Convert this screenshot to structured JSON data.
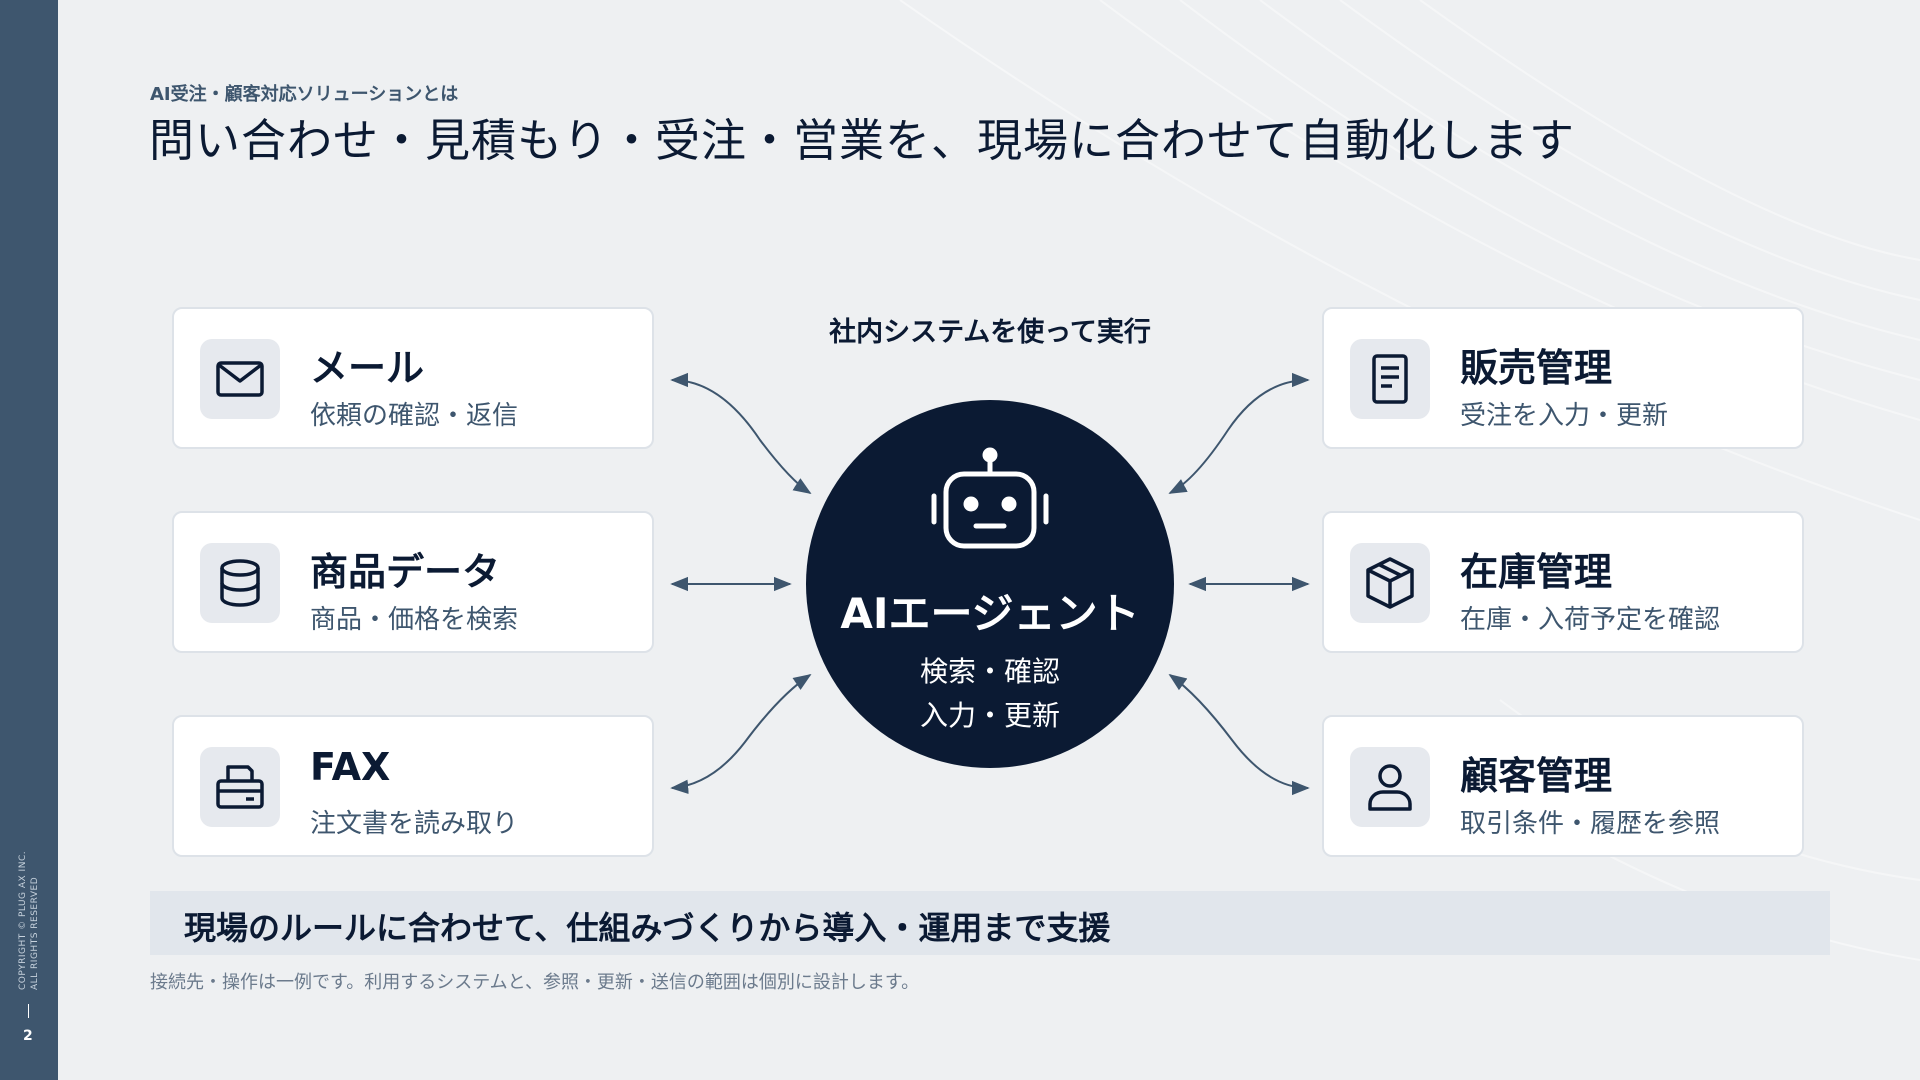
{
  "slide": {
    "eyebrow": "AI受注・顧客対応ソリューションとは",
    "title": "問い合わせ・見積もり・受注・営業を、現場に合わせて自動化します",
    "page_number": "2",
    "copyright": "COPYRIGHT © PLUG AX INC.\nALL RIGHTS RESERVED"
  },
  "diagram": {
    "center_label": "社内システムを使って実行",
    "center": {
      "title": "AIエージェント",
      "line1": "検索・確認",
      "line2": "入力・更新",
      "icon": "robot-icon"
    },
    "left_cards": [
      {
        "title": "メール",
        "subtitle": "依頼の確認・返信",
        "icon": "mail-icon"
      },
      {
        "title": "商品データ",
        "subtitle": "商品・価格を検索",
        "icon": "database-icon"
      },
      {
        "title": "FAX",
        "subtitle": "注文書を読み取り",
        "icon": "fax-icon"
      }
    ],
    "right_cards": [
      {
        "title": "販売管理",
        "subtitle": "受注を入力・更新",
        "icon": "document-icon"
      },
      {
        "title": "在庫管理",
        "subtitle": "在庫・入荷予定を確認",
        "icon": "box-icon"
      },
      {
        "title": "顧客管理",
        "subtitle": "取引条件・履歴を参照",
        "icon": "user-icon"
      }
    ]
  },
  "banner": {
    "text": "現場のルールに合わせて、仕組みづくりから導入・運用まで支援"
  },
  "footnote": "接続先・操作は一例です。利用するシステムと、参照・更新・送信の範囲は個別に設計します。",
  "colors": {
    "navy": "#0b1a33",
    "slate": "#3e566e",
    "background": "#eef0f2",
    "card_border": "#dde2e8"
  }
}
